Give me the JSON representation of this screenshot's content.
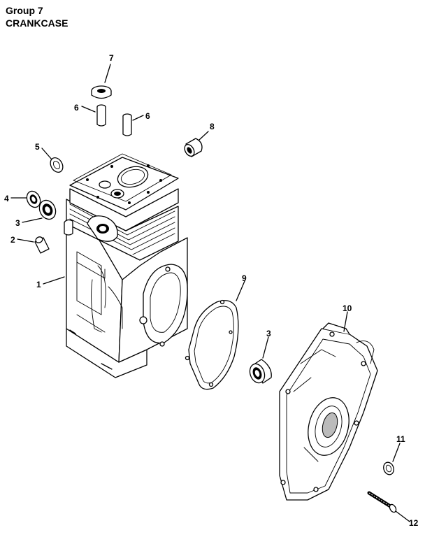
{
  "header": {
    "group": "Group 7",
    "title": "CRANKCASE"
  },
  "callouts": [
    {
      "id": "c7",
      "label": "7"
    },
    {
      "id": "c6a",
      "label": "6"
    },
    {
      "id": "c6b",
      "label": "6"
    },
    {
      "id": "c8",
      "label": "8"
    },
    {
      "id": "c5",
      "label": "5"
    },
    {
      "id": "c4",
      "label": "4"
    },
    {
      "id": "c3a",
      "label": "3"
    },
    {
      "id": "c2",
      "label": "2"
    },
    {
      "id": "c1",
      "label": "1"
    },
    {
      "id": "c9",
      "label": "9"
    },
    {
      "id": "c10",
      "label": "10"
    },
    {
      "id": "c3b",
      "label": "3"
    },
    {
      "id": "c11",
      "label": "11"
    },
    {
      "id": "c12",
      "label": "12"
    }
  ]
}
